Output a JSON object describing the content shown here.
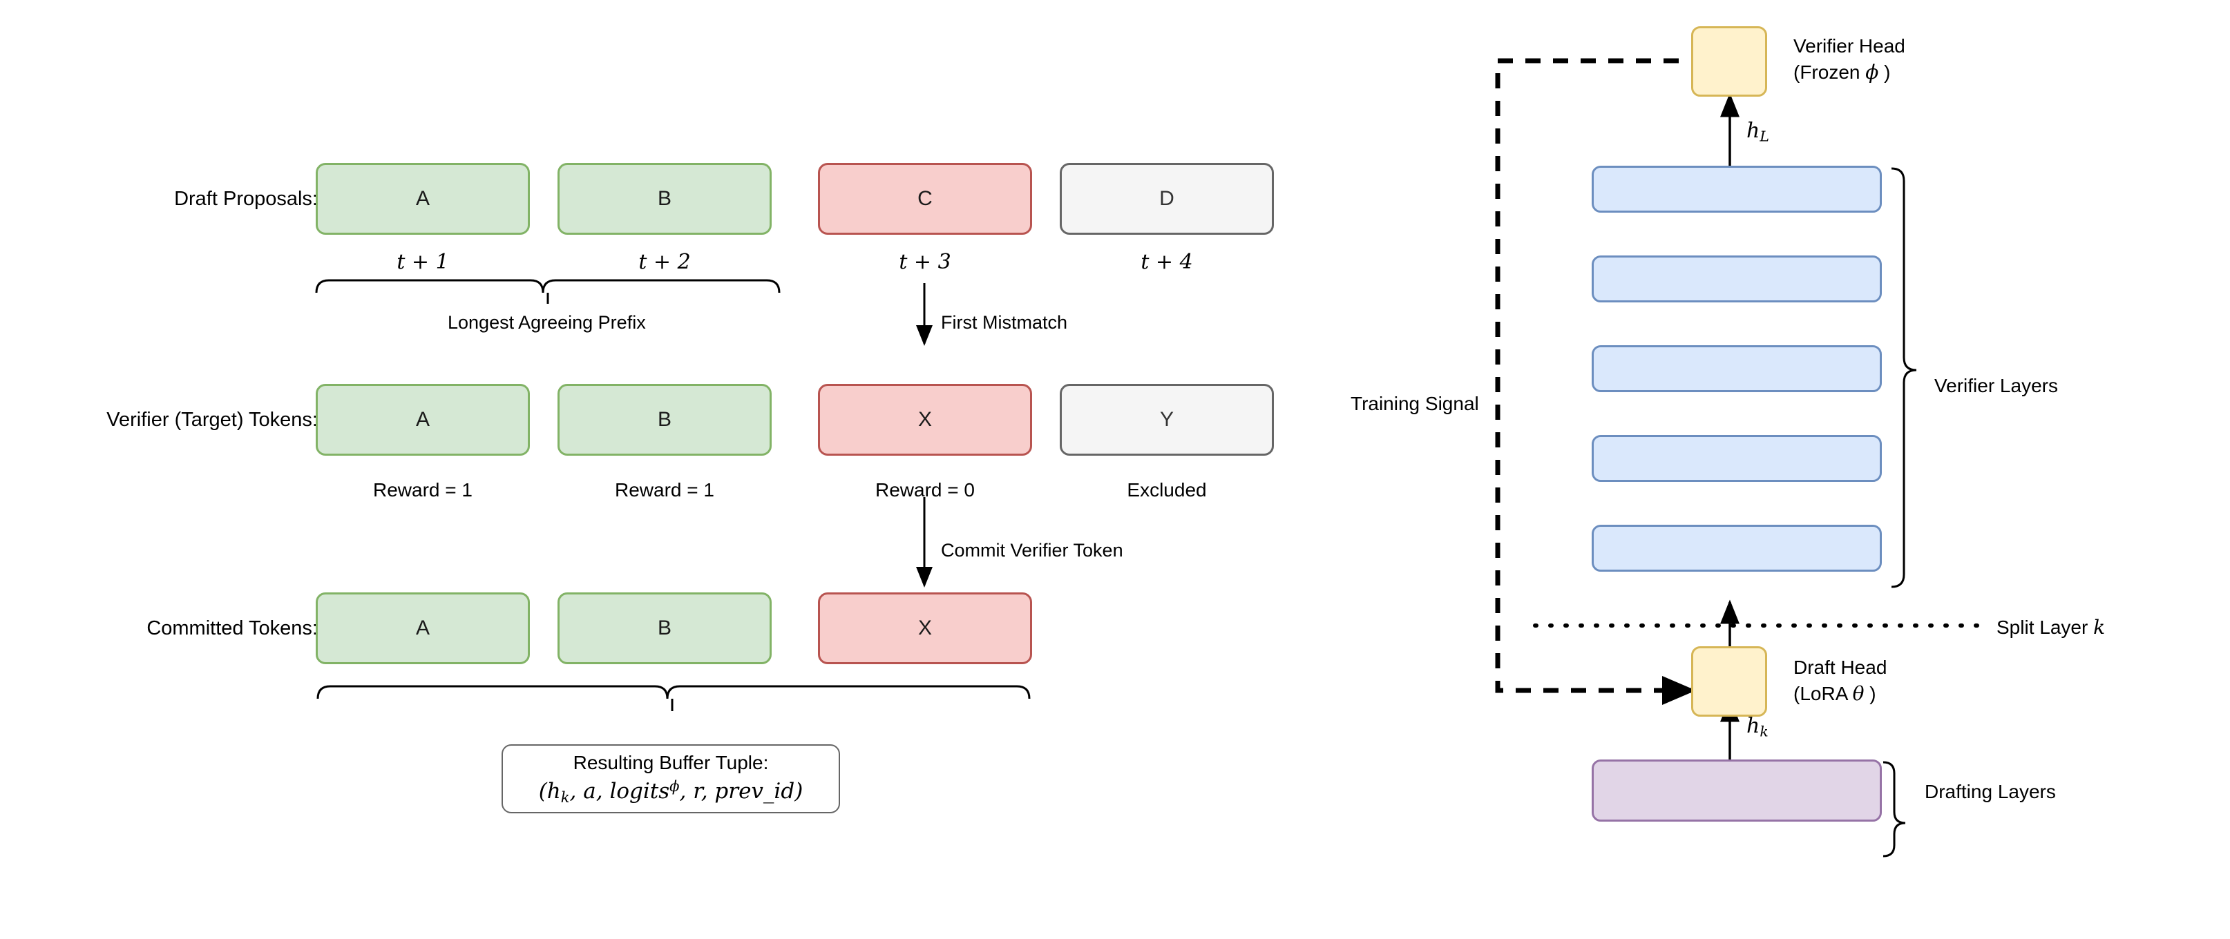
{
  "left_panel": {
    "rows": [
      {
        "label": "Draft Proposals:",
        "tokens": [
          {
            "text": "A",
            "style": "green",
            "caption": "t + 1"
          },
          {
            "text": "B",
            "style": "green",
            "caption": "t + 2"
          },
          {
            "text": "C",
            "style": "red",
            "caption": "t + 3"
          },
          {
            "text": "D",
            "style": "gray",
            "caption": "t + 4"
          }
        ]
      },
      {
        "label": "Verifier (Target) Tokens:",
        "tokens": [
          {
            "text": "A",
            "style": "green",
            "caption": "Reward = 1"
          },
          {
            "text": "B",
            "style": "green",
            "caption": "Reward = 1"
          },
          {
            "text": "X",
            "style": "red",
            "caption": "Reward = 0"
          },
          {
            "text": "Y",
            "style": "gray",
            "caption": "Excluded"
          }
        ]
      },
      {
        "label": "Committed Tokens:",
        "tokens": [
          {
            "text": "A",
            "style": "green",
            "caption": ""
          },
          {
            "text": "B",
            "style": "green",
            "caption": ""
          },
          {
            "text": "X",
            "style": "red",
            "caption": ""
          }
        ]
      }
    ],
    "brace_prefix_label": "Longest Agreeing Prefix",
    "arrow_first_mismatch": "First Mistmatch",
    "arrow_commit": "Commit Verifier Token",
    "tuple_box": {
      "title": "Resulting Buffer Tuple:",
      "expression": "(h_k, a, logits^ϕ, r, prev_id)",
      "expr_parts": {
        "open": "(",
        "h": "h",
        "h_sub": "k",
        "c1": ", ",
        "a": "a",
        "c2": ", ",
        "logits": "logits",
        "logits_sup": "ϕ",
        "c3": ", ",
        "r": "r",
        "c4": ", ",
        "prev_id": "prev_id",
        "close": ")"
      }
    }
  },
  "right_panel": {
    "verifier_head": {
      "line1": "Verifier Head",
      "line2_prefix": "(Frozen ",
      "line2_symbol": "ϕ",
      "line2_suffix": " )"
    },
    "draft_head": {
      "line1": "Draft Head",
      "line2_prefix": "(LoRA ",
      "line2_symbol": "θ",
      "line2_suffix": " )"
    },
    "edge_labels": {
      "h_L": {
        "base": "h",
        "sub": "L"
      },
      "h_k": {
        "base": "h",
        "sub": "k"
      }
    },
    "verifier_layers_label": "Verifier Layers",
    "drafting_layers_label": "Drafting Layers",
    "split_layer": {
      "text": "Split Layer ",
      "symbol": "k"
    },
    "training_signal_label": "Training Signal",
    "verifier_layer_count": 5
  },
  "colors": {
    "green_fill": "#d5e8d4",
    "green_stroke": "#82b366",
    "red_fill": "#f8cecc",
    "red_stroke": "#b85450",
    "gray_fill": "#f5f5f5",
    "gray_stroke": "#666666",
    "blue_fill": "#dae8fc",
    "blue_stroke": "#6c8ebf",
    "yellow_fill": "#fff2cc",
    "yellow_stroke": "#d6b656",
    "purple_fill": "#e1d5e7",
    "purple_stroke": "#9673a6",
    "line": "#000000",
    "background": "#ffffff"
  }
}
